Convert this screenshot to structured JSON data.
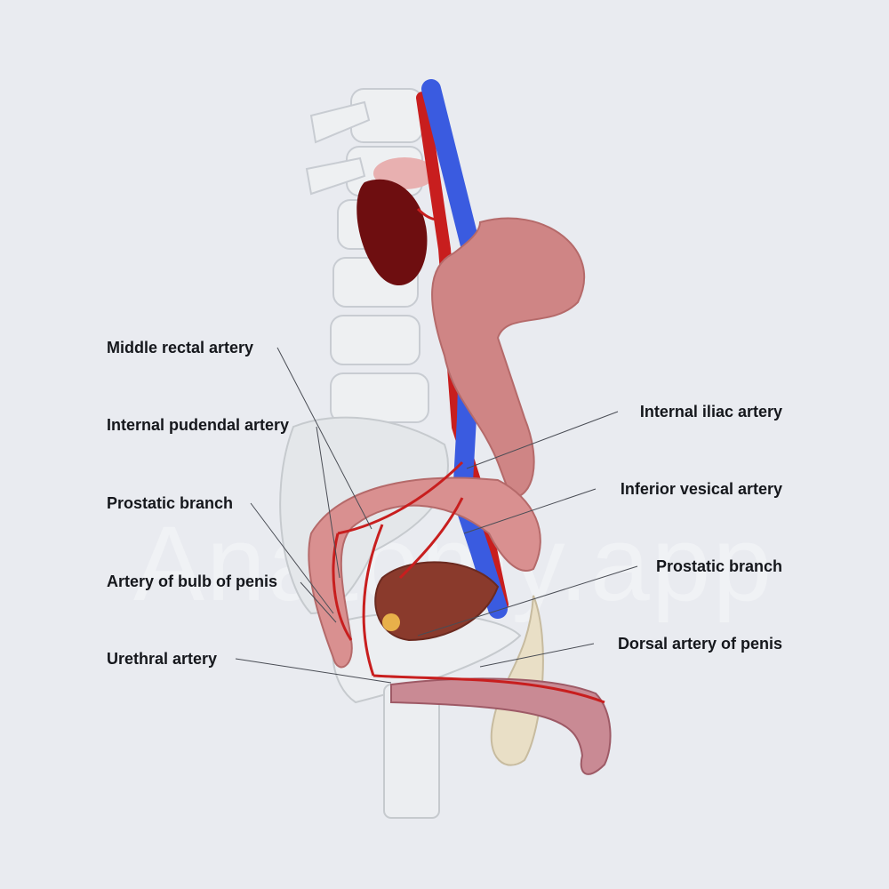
{
  "watermark": "Anatomy.app",
  "labels": {
    "middle_rectal_artery": "Middle rectal artery",
    "internal_pudendal_artery": "Internal pudendal artery",
    "prostatic_branch_left": "Prostatic branch",
    "artery_of_bulb_of_penis": "Artery of bulb of penis",
    "urethral_artery": "Urethral artery",
    "internal_iliac_artery": "Internal iliac artery",
    "inferior_vesical_artery": "Inferior vesical artery",
    "prostatic_branch_right": "Prostatic branch",
    "dorsal_artery_of_penis": "Dorsal artery of penis"
  },
  "colors": {
    "background": "#e9ebf0",
    "artery": "#c81e1e",
    "vein": "#3a5be0",
    "bone": "#eef0f2",
    "colon": "#cf8585",
    "kidney": "#6e0e10",
    "label_text": "#15171c"
  }
}
